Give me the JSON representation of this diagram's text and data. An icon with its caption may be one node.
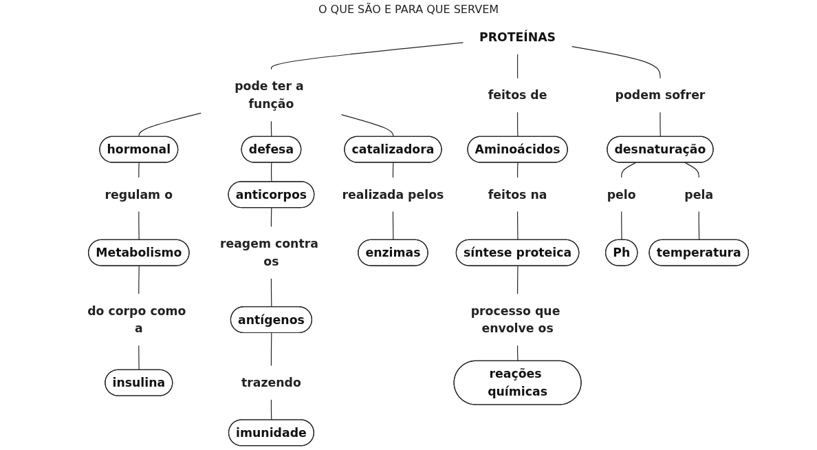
{
  "diagram": {
    "title": "O QUE SÃO E PARA QUE SERVEM",
    "nodes": [
      {
        "text": [
          "PROTEÍNAS"
        ]
      },
      {
        "text": [
          "pode ter a função"
        ]
      },
      {
        "text": [
          "hormonal"
        ]
      },
      {
        "text": [
          "defesa"
        ]
      },
      {
        "text": [
          "catalizadora"
        ]
      },
      {
        "text": [
          "regulam o"
        ]
      },
      {
        "text": [
          "Metabolismo"
        ]
      },
      {
        "text": [
          "do corpo como a"
        ]
      },
      {
        "text": [
          "insulina"
        ]
      },
      {
        "text": [
          "anticorpos"
        ]
      },
      {
        "text": [
          "reagem contra os"
        ]
      },
      {
        "text": [
          "antígenos"
        ]
      },
      {
        "text": [
          "trazendo"
        ]
      },
      {
        "text": [
          "imunidade"
        ]
      },
      {
        "text": [
          "realizada pelos"
        ]
      },
      {
        "text": [
          "enzimas"
        ]
      },
      {
        "text": [
          "feitos de"
        ]
      },
      {
        "text": [
          "Aminoácidos"
        ]
      },
      {
        "text": [
          "feitos na"
        ]
      },
      {
        "text": [
          "síntese proteica"
        ]
      },
      {
        "text": [
          "processo que envolve os"
        ]
      },
      {
        "text": [
          "reações químicas"
        ]
      },
      {
        "text": [
          "podem sofrer"
        ]
      },
      {
        "text": [
          "desnaturação"
        ]
      },
      {
        "text": [
          "pelo"
        ]
      },
      {
        "text": [
          "Ph"
        ]
      },
      {
        "text": [
          "pela"
        ]
      },
      {
        "text": [
          "temperatura"
        ]
      }
    ],
    "edges": [
      {
        "from": 0,
        "to": 1,
        "arrow": "none"
      },
      {
        "from": 1,
        "to": 2,
        "arrow": "none"
      },
      {
        "from": 1,
        "to": 3,
        "arrow": "none"
      },
      {
        "from": 1,
        "to": 4,
        "arrow": "none"
      },
      {
        "from": 2,
        "to": 5,
        "arrow": "none"
      },
      {
        "from": 5,
        "to": 6,
        "arrow": "none"
      },
      {
        "from": 6,
        "to": 7,
        "arrow": "none"
      },
      {
        "from": 7,
        "to": 8,
        "arrow": "none"
      },
      {
        "from": 3,
        "to": 9,
        "arrow": "none"
      },
      {
        "from": 9,
        "to": 10,
        "arrow": "none"
      },
      {
        "from": 10,
        "to": 11,
        "arrow": "none"
      },
      {
        "from": 11,
        "to": 12,
        "arrow": "none"
      },
      {
        "from": 12,
        "to": 13,
        "arrow": "none"
      },
      {
        "from": 4,
        "to": 14,
        "arrow": "none"
      },
      {
        "from": 14,
        "to": 15,
        "arrow": "none"
      },
      {
        "from": 0,
        "to": 16,
        "arrow": "none"
      },
      {
        "from": 16,
        "to": 17,
        "arrow": "none"
      },
      {
        "from": 17,
        "to": 18,
        "arrow": "none"
      },
      {
        "from": 18,
        "to": 19,
        "arrow": "none"
      },
      {
        "from": 19,
        "to": 20,
        "arrow": "none"
      },
      {
        "from": 20,
        "to": 21,
        "arrow": "none"
      },
      {
        "from": 0,
        "to": 22,
        "arrow": "none"
      },
      {
        "from": 22,
        "to": 23,
        "arrow": "none"
      },
      {
        "from": 23,
        "to": 24,
        "arrow": "none"
      },
      {
        "from": 24,
        "to": 25,
        "arrow": "none"
      },
      {
        "from": 23,
        "to": 26,
        "arrow": "none"
      },
      {
        "from": 26,
        "to": 27,
        "arrow": "none"
      }
    ]
  }
}
